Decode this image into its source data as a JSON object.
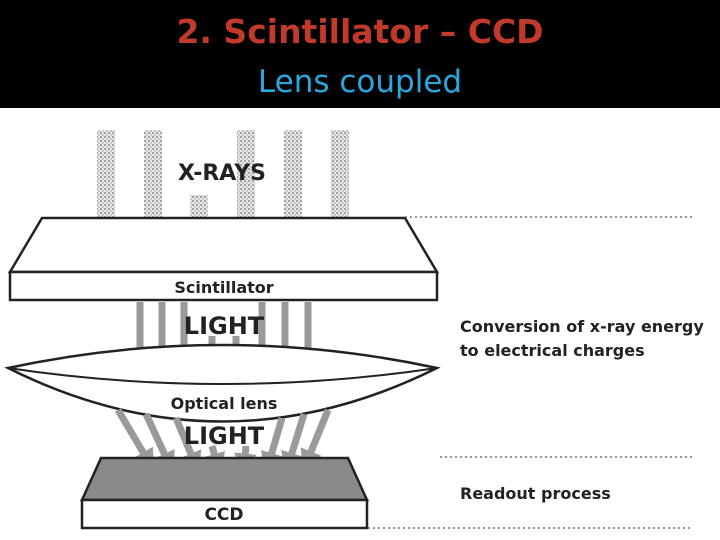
{
  "header": {
    "title": "2. Scintillator – CCD",
    "subtitle": "Lens coupled"
  },
  "diagram": {
    "xray_label": "X-RAYS",
    "scintillator_label": "Scintillator",
    "light_label_top": "LIGHT",
    "lens_label": "Optical lens",
    "light_label_bottom": "LIGHT",
    "ccd_label": "CCD",
    "annotation_conversion_line1": "Conversion of x-ray energy",
    "annotation_conversion_line2": "to electrical charges",
    "annotation_readout": "Readout process"
  },
  "colors": {
    "title": "#c0392b",
    "subtitle": "#2aa7df",
    "arrow": "#9a9a9a",
    "ccd_fill": "#8a8a8a"
  }
}
